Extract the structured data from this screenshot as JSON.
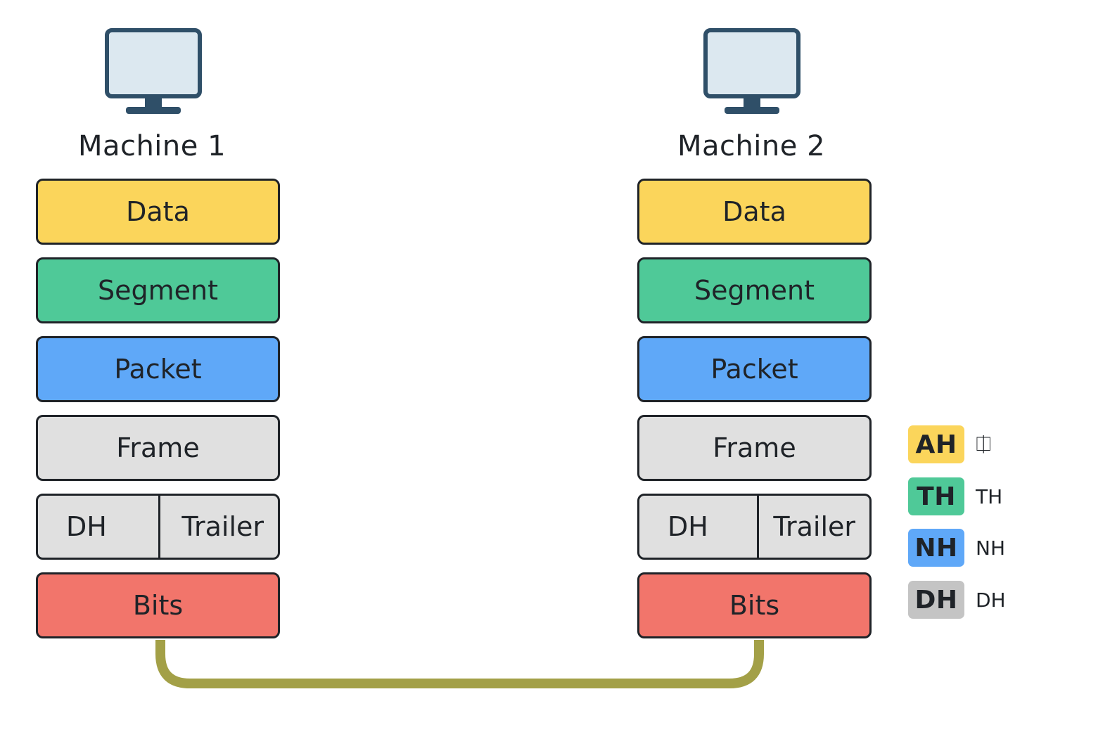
{
  "colors": {
    "data": "#fbd55b",
    "segment": "#4fc998",
    "packet": "#5fa8f8",
    "frame": "#e0e0e0",
    "bits": "#f2756b",
    "cable": "#a3a047",
    "monitor_frame": "#2f4f68",
    "monitor_screen": "#dce8f0",
    "legend_dh": "#c4c4c4"
  },
  "machines": [
    {
      "label": "Machine 1",
      "layers": {
        "data": "Data",
        "segment": "Segment",
        "packet": "Packet",
        "frame": "Frame",
        "dh": "DH",
        "trailer": "Trailer",
        "bits": "Bits"
      }
    },
    {
      "label": "Machine 2",
      "layers": {
        "data": "Data",
        "segment": "Segment",
        "packet": "Packet",
        "frame": "Frame",
        "dh": "DH",
        "trailer": "Trailer",
        "bits": "Bits"
      }
    }
  ],
  "legend": [
    {
      "code": "AH",
      "desc": "⎅"
    },
    {
      "code": "TH",
      "desc": "TH"
    },
    {
      "code": "NH",
      "desc": "NH"
    },
    {
      "code": "DH",
      "desc": "DH"
    }
  ]
}
